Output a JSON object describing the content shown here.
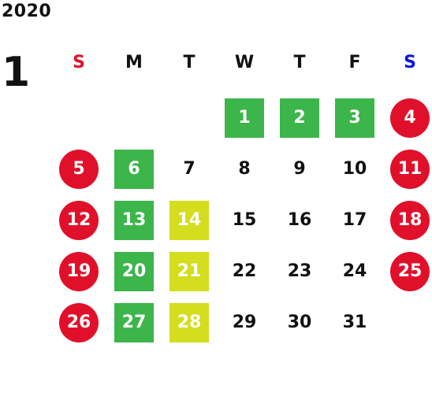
{
  "colors": {
    "holiday": "#e0102b",
    "green": "#3cb54a",
    "lime": "#d4dd1e",
    "sunday_label": "#e0102b",
    "saturday_label": "#0a14e0",
    "text": "#111111"
  },
  "calendar": {
    "year": "2020",
    "month": "1",
    "weekdays": [
      "S",
      "M",
      "T",
      "W",
      "T",
      "F",
      "S"
    ],
    "days": {
      "d1": "1",
      "d2": "2",
      "d3": "3",
      "d4": "4",
      "d5": "5",
      "d6": "6",
      "d7": "7",
      "d8": "8",
      "d9": "9",
      "d10": "10",
      "d11": "11",
      "d12": "12",
      "d13": "13",
      "d14": "14",
      "d15": "15",
      "d16": "16",
      "d17": "17",
      "d18": "18",
      "d19": "19",
      "d20": "20",
      "d21": "21",
      "d22": "22",
      "d23": "23",
      "d24": "24",
      "d25": "25",
      "d26": "26",
      "d27": "27",
      "d28": "28",
      "d29": "29",
      "d30": "30",
      "d31": "31"
    },
    "highlight_types": {
      "d1": "green",
      "d2": "green",
      "d3": "green",
      "d4": "holiday",
      "d5": "holiday",
      "d6": "green",
      "d11": "holiday",
      "d12": "holiday",
      "d13": "green",
      "d14": "lime",
      "d18": "holiday",
      "d19": "holiday",
      "d20": "green",
      "d21": "lime",
      "d25": "holiday",
      "d26": "holiday",
      "d27": "green",
      "d28": "lime"
    }
  }
}
